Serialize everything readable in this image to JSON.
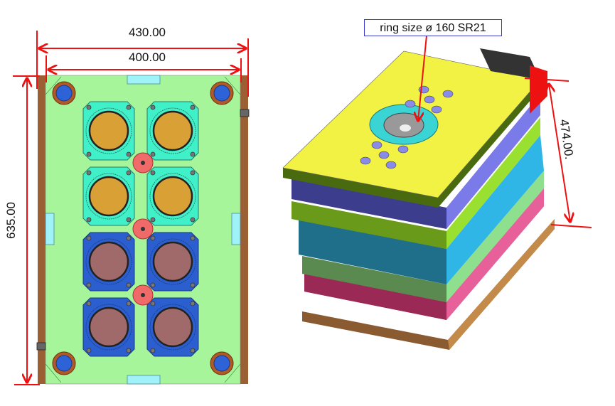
{
  "left_view": {
    "name": "mold-plate-top-view",
    "dimensions": {
      "outer_width": "430.00",
      "inner_width": "400.00",
      "height": "635.00"
    },
    "cavities": {
      "rows": 4,
      "cols": 2,
      "top_rows_color": "#d9a135",
      "top_rows_frame": "#3ff0c8",
      "bottom_rows_color": "#a06a6a",
      "bottom_rows_frame": "#2b5fd0"
    },
    "colors": {
      "plate": "#a6f59a",
      "side_rail": "#9a6033",
      "dimension_line": "#ee1111",
      "guide_pin": "#2d63d6",
      "sprue_bushing": "#f06a6a",
      "slot": "#9ff3f8"
    }
  },
  "right_view": {
    "name": "mold-assembly-isometric",
    "callout": "ring size ø 160  SR21",
    "dimension_height": "474.00.",
    "plates": [
      {
        "name": "top-clamp-plate",
        "color": "#f2f245"
      },
      {
        "name": "runner-plate",
        "color": "#3d3d8e"
      },
      {
        "name": "a-plate",
        "color": "#6a9a1a"
      },
      {
        "name": "cavity-plate",
        "color": "#1f6f8a"
      },
      {
        "name": "b-plate",
        "color": "#5a8a50"
      },
      {
        "name": "support-plate",
        "color": "#9a2a55"
      },
      {
        "name": "bottom-clamp-plate",
        "color": "#8a5a30"
      }
    ],
    "side_colors": [
      "#7a7ae8",
      "#9ae030",
      "#30b6e6",
      "#8ee08e",
      "#e8609a",
      "#c48a4a"
    ]
  }
}
